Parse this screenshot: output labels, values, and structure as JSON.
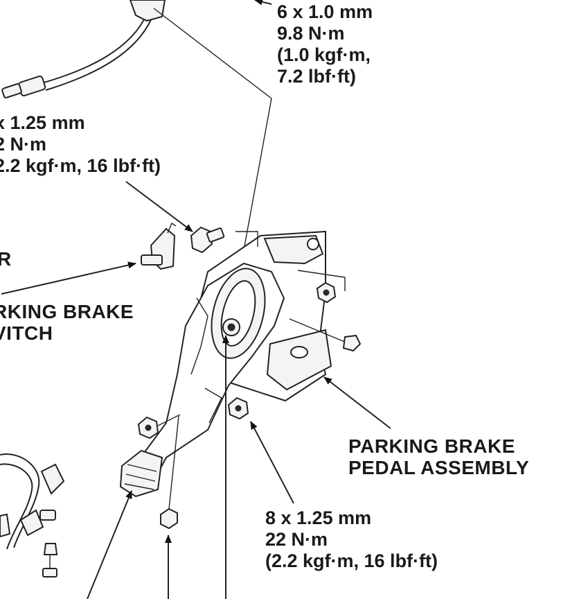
{
  "callouts": {
    "top_bolt": {
      "size": "6 x 1.0 mm",
      "torque": "9.8 N·m",
      "torque_alt_1": "(1.0 kgf·m,",
      "torque_alt_2": "7.2 lbf·ft)"
    },
    "upper_bolt": {
      "size": "x 1.25 mm",
      "torque": "2 N·m",
      "torque_alt": "2.2 kgf·m, 16 lbf·ft)"
    },
    "partial_letter": "R",
    "switch": {
      "line1": "RKING BRAKE",
      "line2": "VITCH"
    },
    "assembly": {
      "line1": "PARKING BRAKE",
      "line2": "PEDAL ASSEMBLY"
    },
    "lower_nut": {
      "size": "8 x 1.25 mm",
      "torque": "22 N·m",
      "torque_alt": "(2.2 kgf·m, 16 lbf·ft)"
    }
  }
}
